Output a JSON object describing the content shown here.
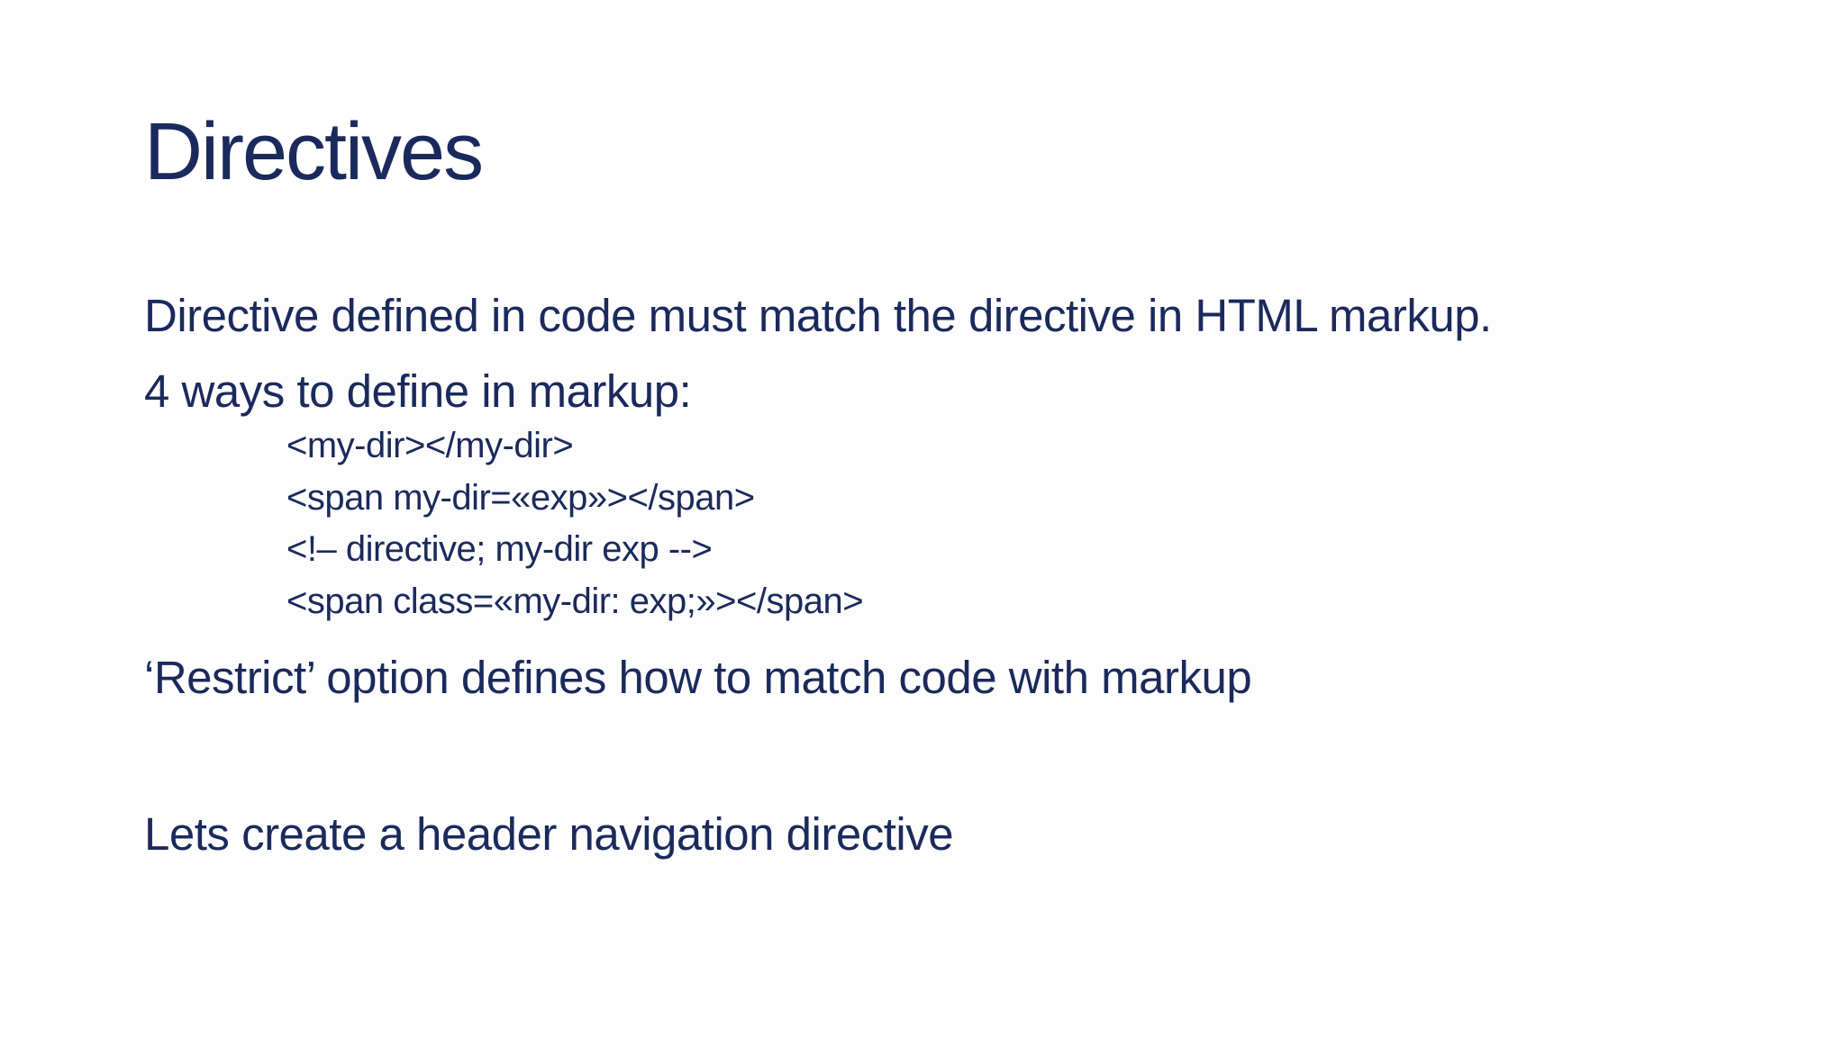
{
  "slide": {
    "title": "Directives",
    "colors": {
      "text": "#1b2a5c",
      "background": "#ffffff",
      "panel": "#fbfbfb"
    },
    "body": [
      {
        "kind": "body",
        "text": "Directive defined in code must match the directive in HTML markup."
      },
      {
        "kind": "body",
        "text": "4 ways to define in markup:"
      },
      {
        "kind": "code",
        "text": "<my-dir></my-dir>"
      },
      {
        "kind": "code",
        "text": "<span my-dir=«exp»></span>"
      },
      {
        "kind": "code",
        "text": "<!– directive; my-dir exp -->"
      },
      {
        "kind": "code",
        "text": "<span class=«my-dir: exp;»></span>"
      },
      {
        "kind": "body",
        "text": "‘Restrict’ option defines how to match code with markup"
      },
      {
        "kind": "body",
        "text": "Lets create a header navigation directive"
      }
    ]
  }
}
